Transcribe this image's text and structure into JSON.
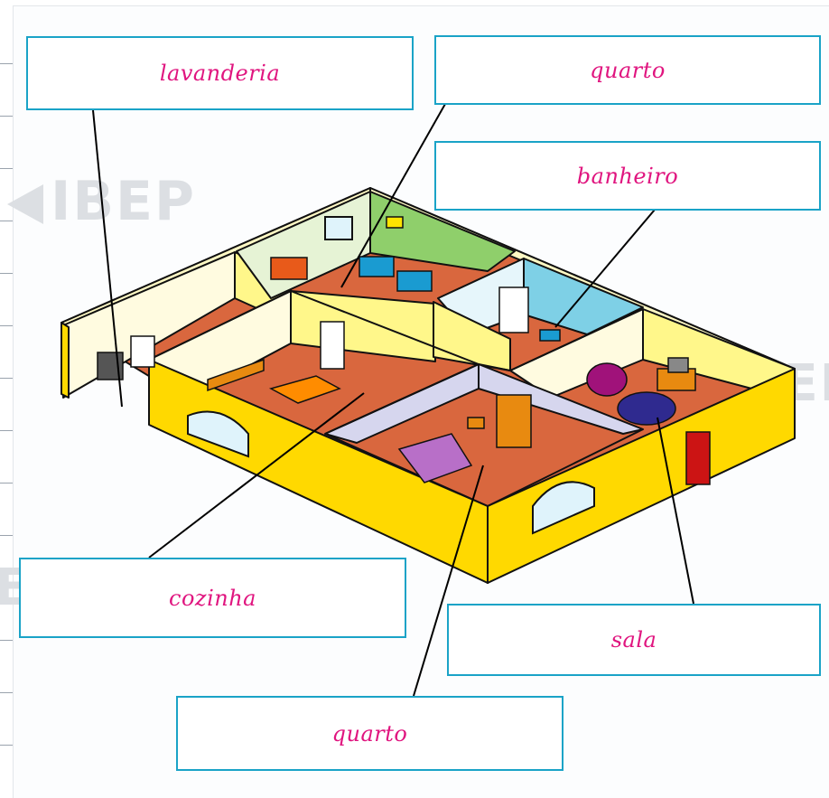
{
  "watermark": {
    "text": "IBEP",
    "partial_right": "IBEF",
    "partial_left": "EP"
  },
  "labels": {
    "lavanderia": "lavanderia",
    "quarto_top": "quarto",
    "banheiro": "banheiro",
    "cozinha": "cozinha",
    "sala": "sala",
    "quarto_bottom": "quarto"
  },
  "colors": {
    "box_border": "#1aa3c7",
    "label_text": "#e0157f",
    "outer_wall": "#ffd900",
    "floor": "#d9673e",
    "bathroom_wall": "#7ed0e6",
    "bedroom_wall_green": "#8fcf6b"
  }
}
